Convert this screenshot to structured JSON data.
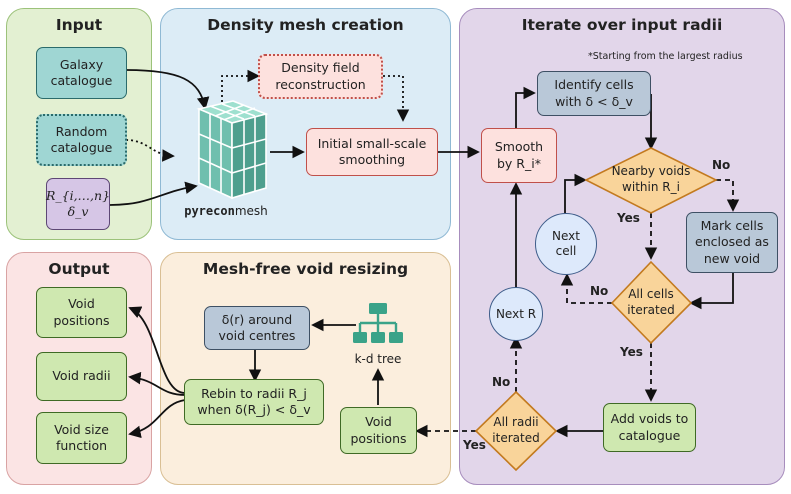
{
  "panels": {
    "input": "Input",
    "density": "Density mesh creation",
    "iterate": "Iterate over input radii",
    "output": "Output",
    "meshfree": "Mesh-free void resizing"
  },
  "note": "*Starting from the largest radius",
  "nodes": {
    "galaxy": "Galaxy\ncatalogue",
    "random": "Random\ncatalogue",
    "radii_top": "R_{i,…,n}",
    "radii_bottom": "δ_v",
    "mesh_code": "pyrecon",
    "mesh_text": " mesh",
    "dfr": "Density field\nreconstruction",
    "initial": "Initial small-scale\nsmoothing",
    "smooth": "Smooth\nby R_i*",
    "identify": "Identify cells\nwith δ < δ_v",
    "nearby": "Nearby voids\nwithin R_i",
    "mark": "Mark cells\nenclosed as\nnew void",
    "next_cell": "Next\ncell",
    "all_cells": "All cells\niterated",
    "next_r": "Next R",
    "add_voids": "Add voids to\ncatalogue",
    "all_radii": "All radii\niterated",
    "void_pos_mesh": "Void\npositions",
    "kd": "k-d tree",
    "delta_r": "δ(r) around\nvoid centres",
    "rebin": "Rebin to radii R_j\nwhen δ(R_j) < δ_v",
    "out_pos": "Void\npositions",
    "out_radii": "Void radii",
    "out_sf": "Void size\nfunction"
  },
  "edge_labels": {
    "no1": "No",
    "yes1": "Yes",
    "no2": "No",
    "yes2": "Yes",
    "no3": "No",
    "yes3": "Yes"
  },
  "colors": {
    "input_bg": "#e3f0d2",
    "density_bg": "#dcecf6",
    "iterate_bg": "#e2d6ea",
    "output_bg": "#fbe4e4",
    "meshfree_bg": "#fbeedd",
    "diamond": "#f9d49a",
    "cube": "#6fbfae"
  }
}
